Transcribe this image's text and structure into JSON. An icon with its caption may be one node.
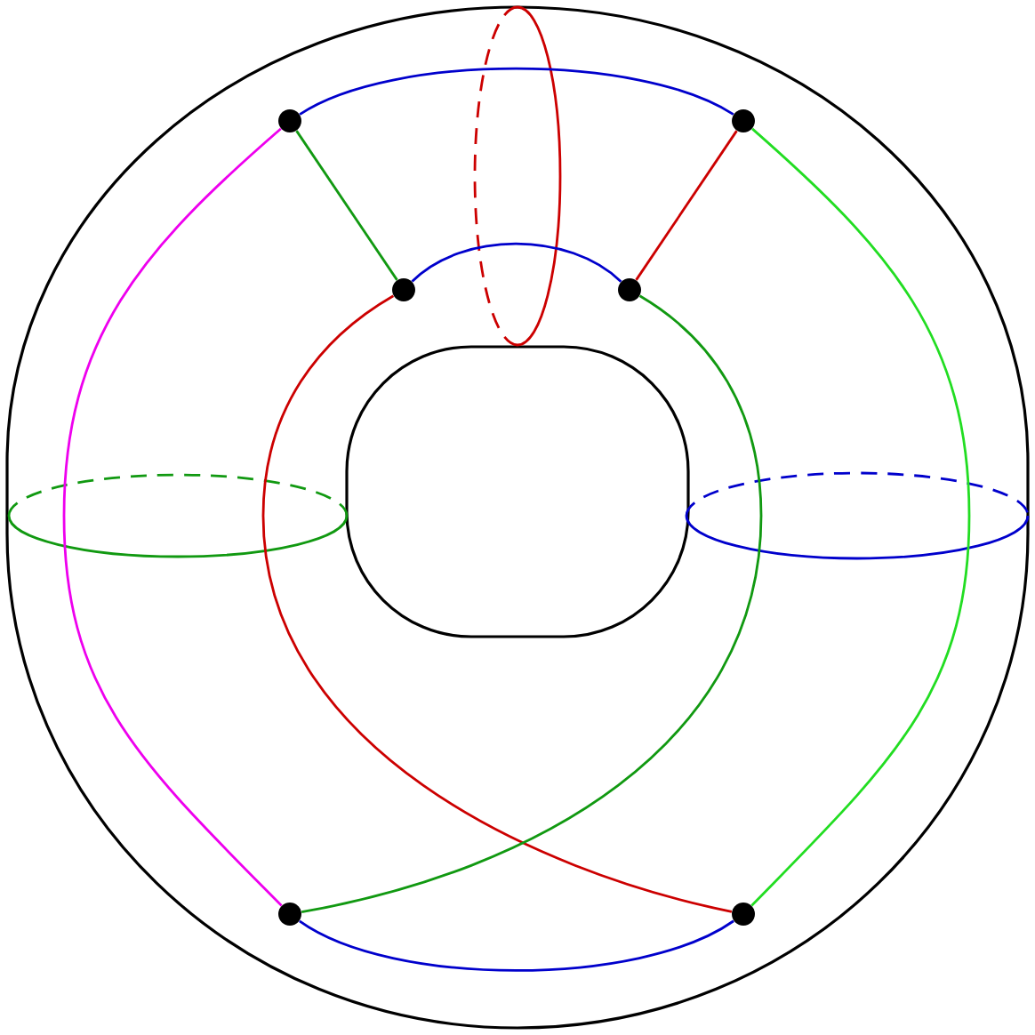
{
  "diagram": {
    "nodes": [
      {
        "text": [],
        "shape": "circle"
      },
      {
        "text": [],
        "shape": "circle"
      },
      {
        "text": [],
        "shape": "circle"
      },
      {
        "text": [],
        "shape": "circle"
      },
      {
        "text": [],
        "shape": "circle"
      },
      {
        "text": [],
        "shape": "circle"
      }
    ],
    "edges": [
      {
        "from": 0,
        "to": 1,
        "arrow": "none",
        "color": "#0000cc"
      },
      {
        "from": 0,
        "to": 2,
        "arrow": "none",
        "color": "#119911"
      },
      {
        "from": 0,
        "to": 4,
        "arrow": "none",
        "color": "#ee00ee"
      },
      {
        "from": 1,
        "to": 3,
        "arrow": "none",
        "color": "#cc0000"
      },
      {
        "from": 1,
        "to": 5,
        "arrow": "none",
        "color": "#22dd22"
      },
      {
        "from": 2,
        "to": 3,
        "arrow": "none",
        "color": "#0000cc"
      },
      {
        "from": 2,
        "to": 5,
        "arrow": "none",
        "color": "#cc0000"
      },
      {
        "from": 3,
        "to": 4,
        "arrow": "none",
        "color": "#119911"
      },
      {
        "from": 4,
        "to": 5,
        "arrow": "none",
        "color": "#0000cc"
      }
    ]
  }
}
